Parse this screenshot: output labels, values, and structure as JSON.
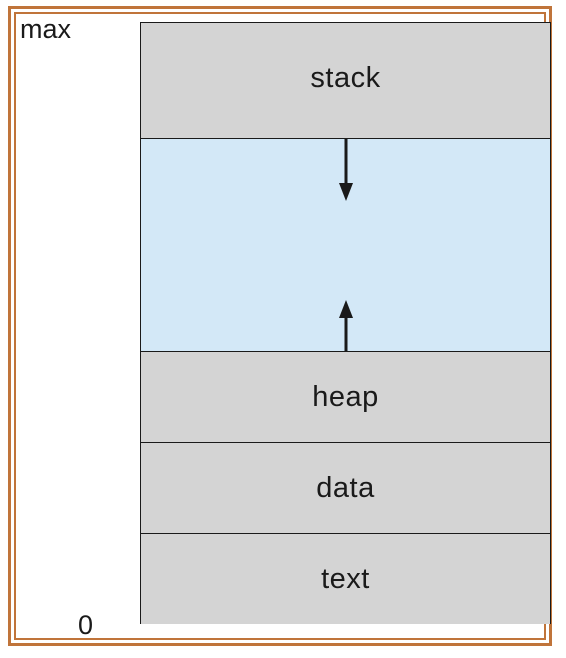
{
  "labels": {
    "max": "max",
    "zero": "0"
  },
  "segments": {
    "stack": "stack",
    "heap": "heap",
    "data": "data",
    "text": "text"
  },
  "colors": {
    "frame": "#c0743a",
    "segment_fill": "#d4d4d4",
    "free_space_fill": "#d3e8f7"
  },
  "icons": {
    "stack_growth": "arrow-down-icon",
    "heap_growth": "arrow-up-icon"
  }
}
